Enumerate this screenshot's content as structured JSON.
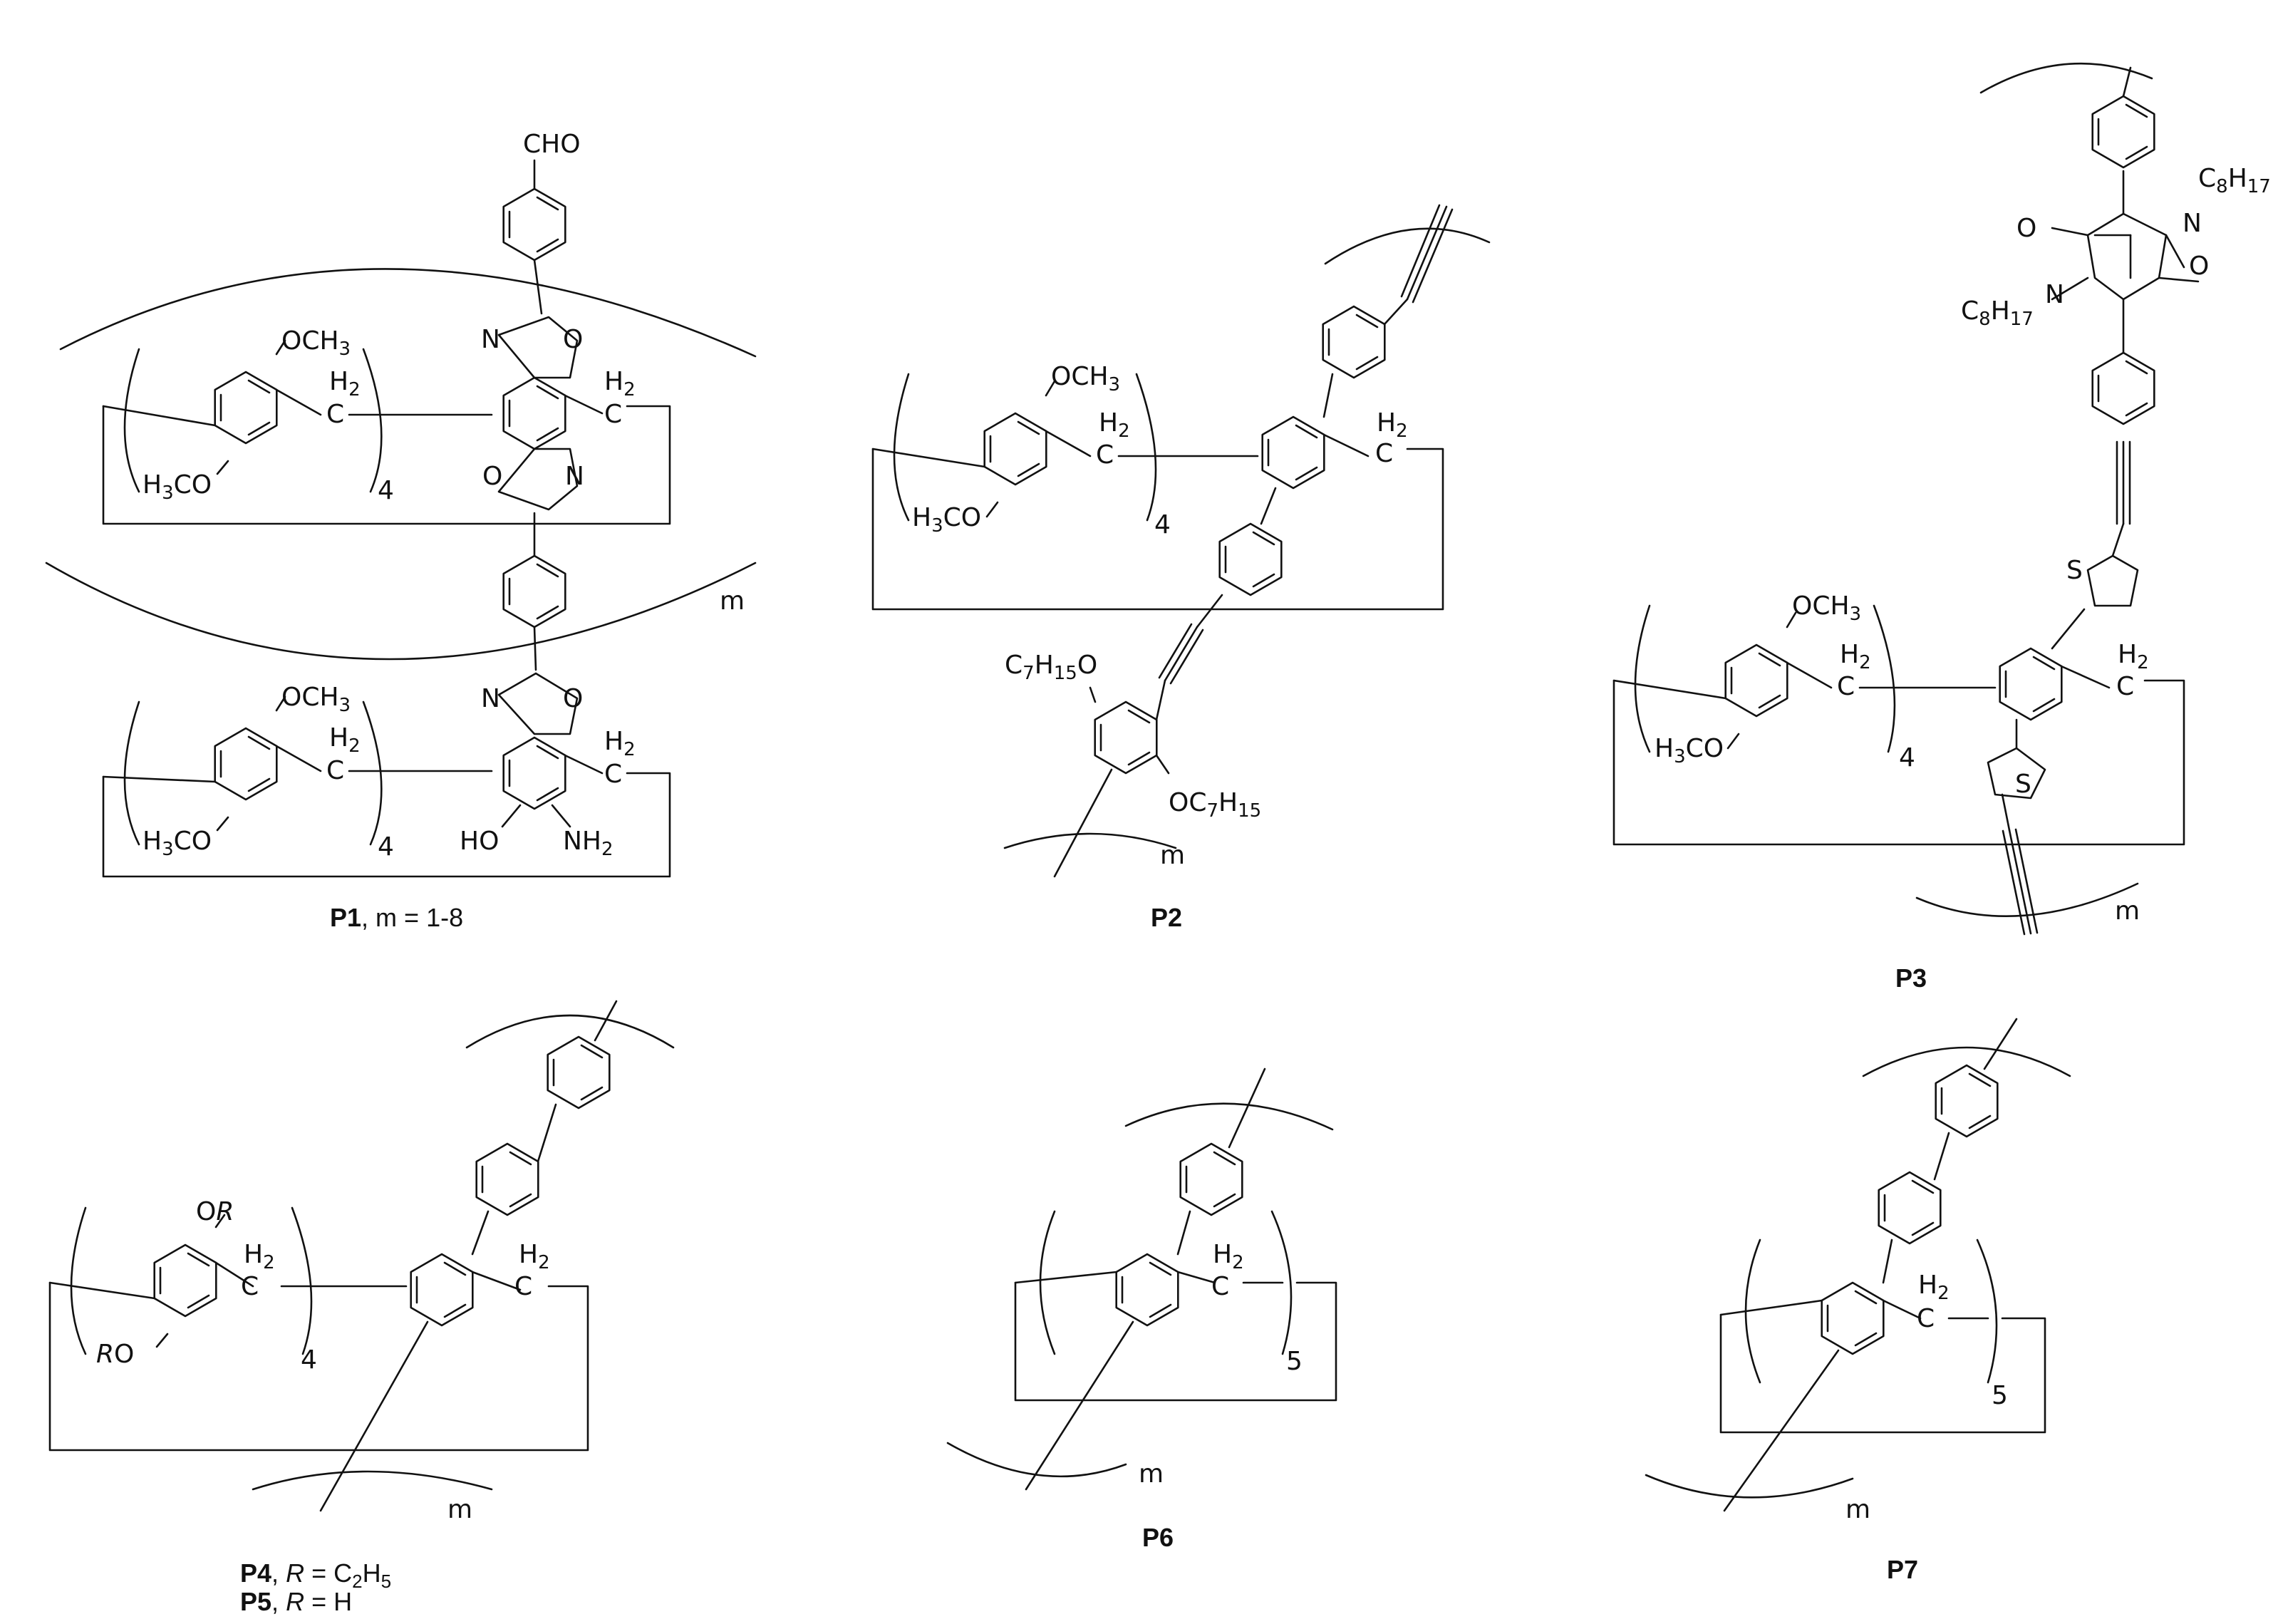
{
  "structures": {
    "p1": {
      "label": "P1",
      "caption_rest": ", m = 1-8",
      "cho": "CHO",
      "och3": "OCH",
      "three": "3",
      "h3co_h": "H",
      "h3co_co": "CO",
      "h2_h": "H",
      "two": "2",
      "c": "C",
      "n": "N",
      "o": "O",
      "four": "4",
      "m": "m",
      "ho": "HO",
      "nh2_nh": "NH"
    },
    "p2": {
      "label": "P2",
      "och3": "OCH",
      "three": "3",
      "h3co_h": "H",
      "h3co_co": "CO",
      "h2_h": "H",
      "two": "2",
      "c": "C",
      "four": "4",
      "m": "m",
      "c7_c": "C",
      "seven": "7",
      "h": "H",
      "fifteen": "15",
      "o": "O",
      "oc7_oc": "OC"
    },
    "p3": {
      "label": "P3",
      "och3": "OCH",
      "three": "3",
      "h3co_h": "H",
      "h3co_co": "CO",
      "h2_h": "H",
      "two": "2",
      "c": "C",
      "four": "4",
      "m": "m",
      "s": "S",
      "n": "N",
      "o": "O",
      "c8_c": "C",
      "eight": "8",
      "h": "H",
      "seventeen": "17"
    },
    "p4": {
      "label": "P4",
      "label_b": "P5",
      "caption_eq": " = C",
      "caption_h5": "H",
      "two": "2",
      "five": "5",
      "caption_h": " = H",
      "r": "R",
      "comma": ", ",
      "or_o": "O",
      "ro_o": "O",
      "h2_h": "H",
      "c": "C",
      "four": "4",
      "m": "m"
    },
    "p6": {
      "label": "P6",
      "h2_h": "H",
      "two": "2",
      "c": "C",
      "five": "5",
      "m": "m"
    },
    "p7": {
      "label": "P7",
      "h2_h": "H",
      "two": "2",
      "c": "C",
      "five": "5",
      "m": "m"
    }
  }
}
